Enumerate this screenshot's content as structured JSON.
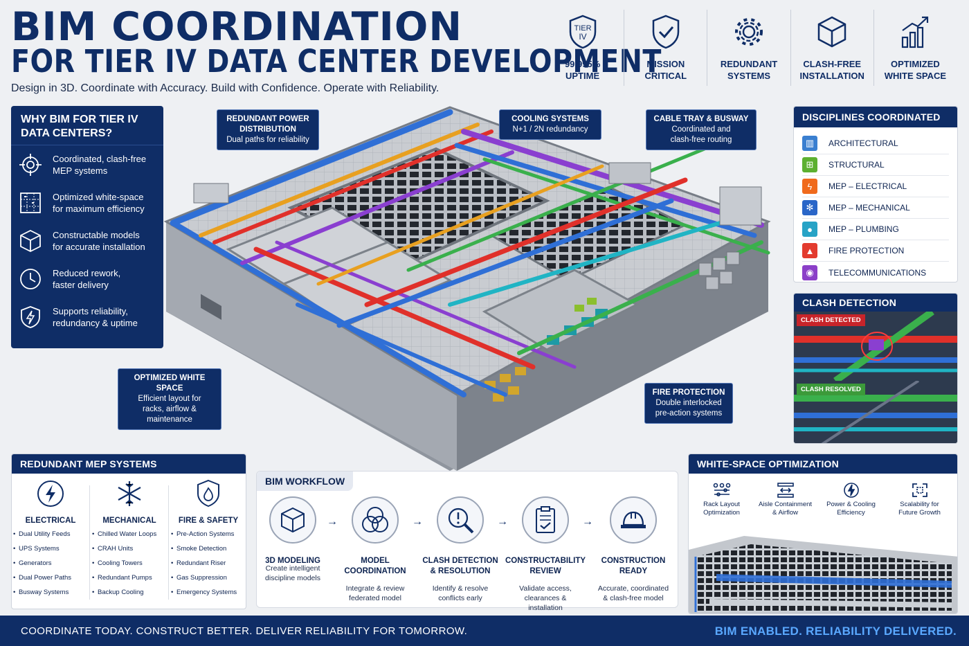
{
  "header": {
    "title_line1": "BIM COORDINATION",
    "title_line2": "FOR TIER IV DATA CENTER DEVELOPMENT",
    "tagline": "Design in 3D. Coordinate with Accuracy. Build with Confidence. Operate with Reliability."
  },
  "badges": [
    {
      "icon": "tier-iv-shield-icon",
      "glyph_top": "TIER",
      "glyph_bottom": "IV",
      "line1": "99.995%",
      "line2": "UPTIME"
    },
    {
      "icon": "check-shield-icon",
      "line1": "MISSION",
      "line2": "CRITICAL"
    },
    {
      "icon": "gear-icon",
      "line1": "REDUNDANT",
      "line2": "SYSTEMS"
    },
    {
      "icon": "cube-icon",
      "line1": "CLASH-FREE",
      "line2": "INSTALLATION"
    },
    {
      "icon": "growth-chart-icon",
      "line1": "OPTIMIZED",
      "line2": "WHITE SPACE"
    }
  ],
  "why": {
    "title_line1": "WHY BIM FOR TIER IV",
    "title_line2": "DATA CENTERS?",
    "items": [
      {
        "icon": "target-icon",
        "line1": "Coordinated, clash-free",
        "line2": "MEP systems"
      },
      {
        "icon": "layout-grid-icon",
        "line1": "Optimized white-space",
        "line2": "for maximum efficiency"
      },
      {
        "icon": "cube-icon",
        "line1": "Constructable models",
        "line2": "for accurate installation"
      },
      {
        "icon": "clock-icon",
        "line1": "Reduced rework,",
        "line2": "faster delivery"
      },
      {
        "icon": "bolt-shield-icon",
        "line1": "Supports reliability,",
        "line2": "redundancy & uptime"
      }
    ]
  },
  "callouts": {
    "power": {
      "title_line1": "REDUNDANT POWER",
      "title_line2": "DISTRIBUTION",
      "desc": "Dual paths for reliability"
    },
    "cooling": {
      "title": "COOLING SYSTEMS",
      "desc": "N+1 / 2N redundancy"
    },
    "cable": {
      "title": "CABLE TRAY & BUSWAY",
      "desc_line1": "Coordinated and",
      "desc_line2": "clash-free routing"
    },
    "whitespace": {
      "title": "OPTIMIZED WHITE SPACE",
      "desc_line1": "Efficient layout for",
      "desc_line2": "racks, airflow &",
      "desc_line3": "maintenance"
    },
    "fire": {
      "title": "FIRE PROTECTION",
      "desc_line1": "Double interlocked",
      "desc_line2": "pre-action systems"
    }
  },
  "disciplines": {
    "title": "DISCIPLINES COORDINATED",
    "items": [
      {
        "icon": "building-icon",
        "color": "#3a7fd0",
        "label": "ARCHITECTURAL"
      },
      {
        "icon": "structure-icon",
        "color": "#5cb030",
        "label": "STRUCTURAL"
      },
      {
        "icon": "lightning-icon",
        "color": "#f06a1c",
        "label": "MEP – ELECTRICAL"
      },
      {
        "icon": "fan-icon",
        "color": "#2a66c8",
        "label": "MEP – MECHANICAL"
      },
      {
        "icon": "water-drop-icon",
        "color": "#27a3c6",
        "label": "MEP – PLUMBING"
      },
      {
        "icon": "flame-icon",
        "color": "#e33b2e",
        "label": "FIRE PROTECTION"
      },
      {
        "icon": "wifi-icon",
        "color": "#8b3fc8",
        "label": "TELECOMMUNICATIONS"
      }
    ]
  },
  "clash": {
    "title": "CLASH DETECTION",
    "detected": "CLASH DETECTED",
    "resolved": "CLASH RESOLVED",
    "detected_color": "#c8242a",
    "resolved_color": "#3c9a3a"
  },
  "mep": {
    "title": "REDUNDANT MEP SYSTEMS",
    "columns": [
      {
        "icon": "lightning-circle-icon",
        "title": "ELECTRICAL",
        "items": [
          "Dual Utility Feeds",
          "UPS Systems",
          "Generators",
          "Dual Power Paths",
          "Busway Systems"
        ]
      },
      {
        "icon": "snowflake-icon",
        "title": "MECHANICAL",
        "items": [
          "Chilled Water Loops",
          "CRAH Units",
          "Cooling Towers",
          "Redundant Pumps",
          "Backup Cooling"
        ]
      },
      {
        "icon": "fire-shield-icon",
        "title": "FIRE & SAFETY",
        "items": [
          "Pre-Action Systems",
          "Smoke Detection",
          "Redundant Riser",
          "Gas Suppression",
          "Emergency Systems"
        ]
      }
    ]
  },
  "workflow": {
    "title": "BIM WORKFLOW",
    "arrow": "→",
    "steps": [
      {
        "icon": "cube-icon",
        "h1": "3D MODELING",
        "h2": "",
        "d1": "Create intelligent",
        "d2": "discipline models",
        "d3": ""
      },
      {
        "icon": "venn-circles-icon",
        "h1": "MODEL",
        "h2": "COORDINATION",
        "d1": "Integrate & review",
        "d2": "federated model",
        "d3": ""
      },
      {
        "icon": "magnifier-alert-icon",
        "h1": "CLASH DETECTION",
        "h2": "& RESOLUTION",
        "d1": "Identify & resolve",
        "d2": "conflicts early",
        "d3": ""
      },
      {
        "icon": "clipboard-check-icon",
        "h1": "CONSTRUCTABILITY",
        "h2": "REVIEW",
        "d1": "Validate access,",
        "d2": "clearances &",
        "d3": "installation"
      },
      {
        "icon": "hard-hat-icon",
        "h1": "CONSTRUCTION",
        "h2": "READY",
        "d1": "Accurate, coordinated",
        "d2": "& clash-free model",
        "d3": ""
      }
    ]
  },
  "whitespace": {
    "title": "WHITE-SPACE OPTIMIZATION",
    "items": [
      {
        "icon": "rack-layout-icon",
        "l1": "Rack Layout",
        "l2": "Optimization"
      },
      {
        "icon": "aisle-arrows-icon",
        "l1": "Aisle Containment",
        "l2": "& Airflow"
      },
      {
        "icon": "power-cooling-icon",
        "l1": "Power & Cooling",
        "l2": "Efficiency"
      },
      {
        "icon": "expand-icon",
        "l1": "Scalability for",
        "l2": "Future Growth"
      }
    ]
  },
  "footer": {
    "left": "COORDINATE TODAY.  CONSTRUCT BETTER.  DELIVER RELIABILITY FOR TOMORROW.",
    "right": "BIM ENABLED.  RELIABILITY DELIVERED."
  }
}
